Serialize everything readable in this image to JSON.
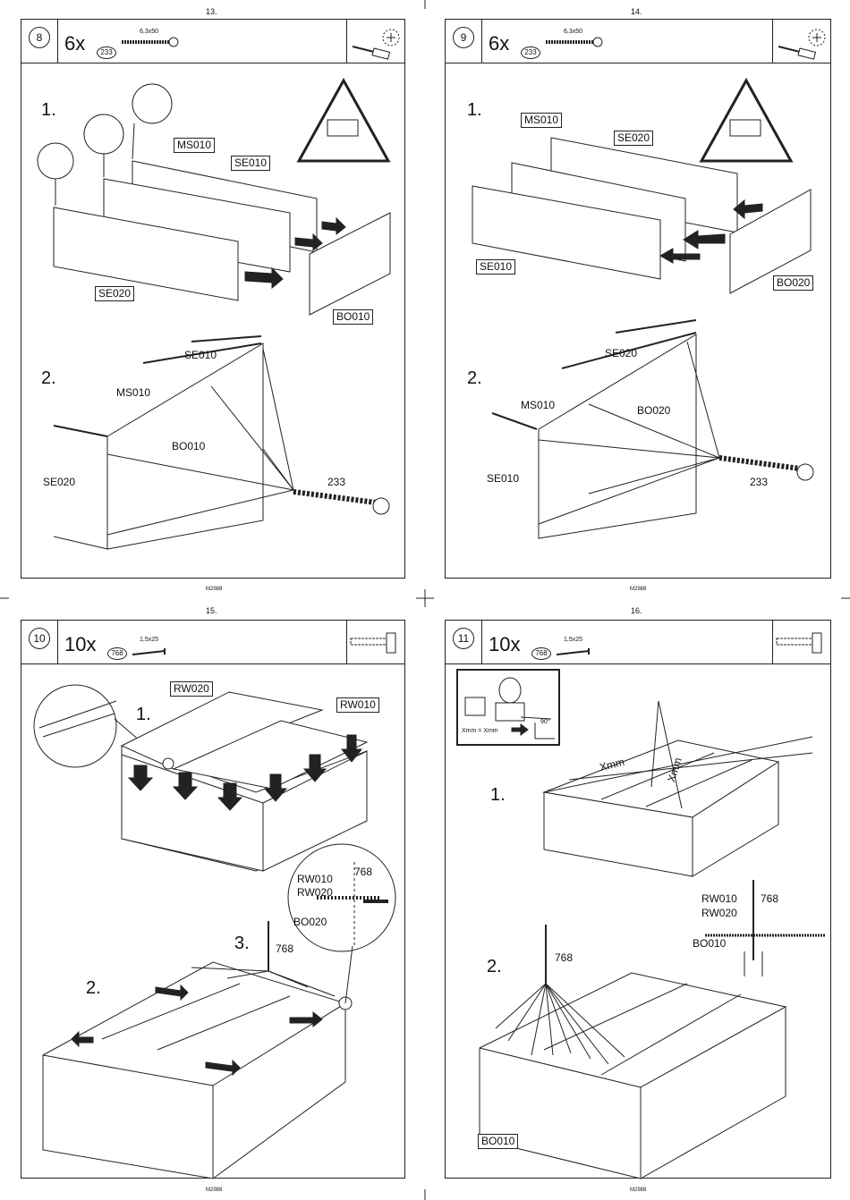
{
  "pages": [
    {
      "page_number": "13.",
      "step": "8",
      "quantity": "6x",
      "part": "233",
      "part_spec": "6,3x50",
      "labels": {
        "ms010_top": "MS010",
        "se010_top": "SE010",
        "se020_top": "SE020",
        "bo010_top": "BO010",
        "se010_bot": "SE010",
        "ms010_bot": "MS010",
        "bo010_bot": "BO010",
        "se020_bot": "SE020",
        "part_bot": "233"
      },
      "sub_steps": [
        "1.",
        "2."
      ],
      "footer": "M2988"
    },
    {
      "page_number": "14.",
      "step": "9",
      "quantity": "6x",
      "part": "233",
      "part_spec": "6,3x50",
      "labels": {
        "ms010_top": "MS010",
        "se020_top": "SE020",
        "se010_top": "SE010",
        "bo020_top": "BO020",
        "se020_bot": "SE020",
        "ms010_bot": "MS010",
        "bo020_bot": "BO020",
        "se010_bot": "SE010",
        "part_bot": "233"
      },
      "sub_steps": [
        "1.",
        "2."
      ],
      "footer": "M2988"
    },
    {
      "page_number": "15.",
      "step": "10",
      "quantity": "10x",
      "part": "768",
      "part_spec": "1,5x25",
      "labels": {
        "rw020": "RW020",
        "rw010": "RW010",
        "detail_part": "768",
        "detail_rw010": "RW010",
        "detail_rw020": "RW020",
        "detail_bo020": "BO020",
        "part_nail": "768"
      },
      "sub_steps": [
        "1.",
        "2.",
        "3."
      ],
      "footer": "M2988"
    },
    {
      "page_number": "16.",
      "step": "11",
      "quantity": "10x",
      "part": "768",
      "part_spec": "1,5x25",
      "labels": {
        "xmm_a": "Xmm",
        "xmm_b": "Xmm",
        "inset_formula": "Xmm = Xmm",
        "inset_angle": "90°",
        "detail_rw010": "RW010",
        "detail_rw020": "RW020",
        "detail_part": "768",
        "detail_bo010": "BO010",
        "part_nail": "768",
        "bo010_bot": "BO010"
      },
      "sub_steps": [
        "1.",
        "2."
      ],
      "footer": "M2988"
    }
  ]
}
